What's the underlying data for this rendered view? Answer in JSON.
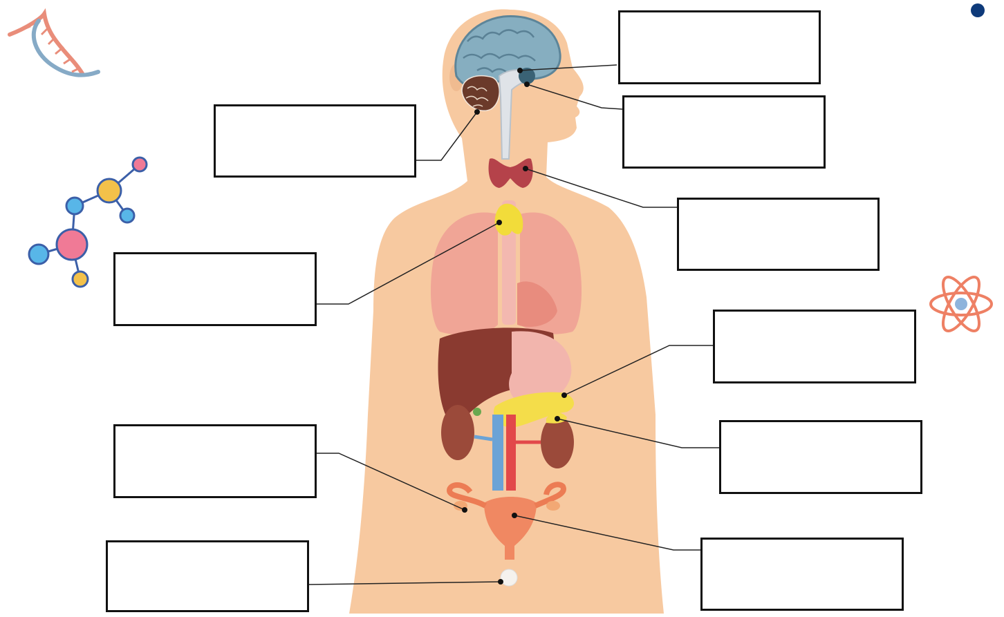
{
  "colors": {
    "skin": "#f7c9a0",
    "brain": "#86aec0",
    "cerebellum": "#6b3a2a",
    "thyroid": "#b5424a",
    "thymus": "#f2dc3a",
    "lungs": "#f0a596",
    "liver": "#8a3a30",
    "stomach": "#f2b5ad",
    "pancreas": "#f4dd4a",
    "kidney": "#9b4a3a",
    "aorta": "#e2484a",
    "vena_cava": "#6ba3d6",
    "uterus": "#f08862",
    "leader_line": "#222222",
    "box_border": "#111111",
    "accent_dot": "#0e3a7a"
  },
  "icons": [
    "dna-icon",
    "molecule-icon",
    "atom-icon"
  ],
  "label_boxes": [
    {
      "id": "pituitary",
      "value": ""
    },
    {
      "id": "hypothalamus",
      "value": ""
    },
    {
      "id": "pineal",
      "value": ""
    },
    {
      "id": "thyroid",
      "value": ""
    },
    {
      "id": "thymus",
      "value": ""
    },
    {
      "id": "pancreas",
      "value": ""
    },
    {
      "id": "adrenal",
      "value": ""
    },
    {
      "id": "ovary",
      "value": ""
    },
    {
      "id": "uterus",
      "value": ""
    },
    {
      "id": "testis",
      "value": ""
    }
  ]
}
